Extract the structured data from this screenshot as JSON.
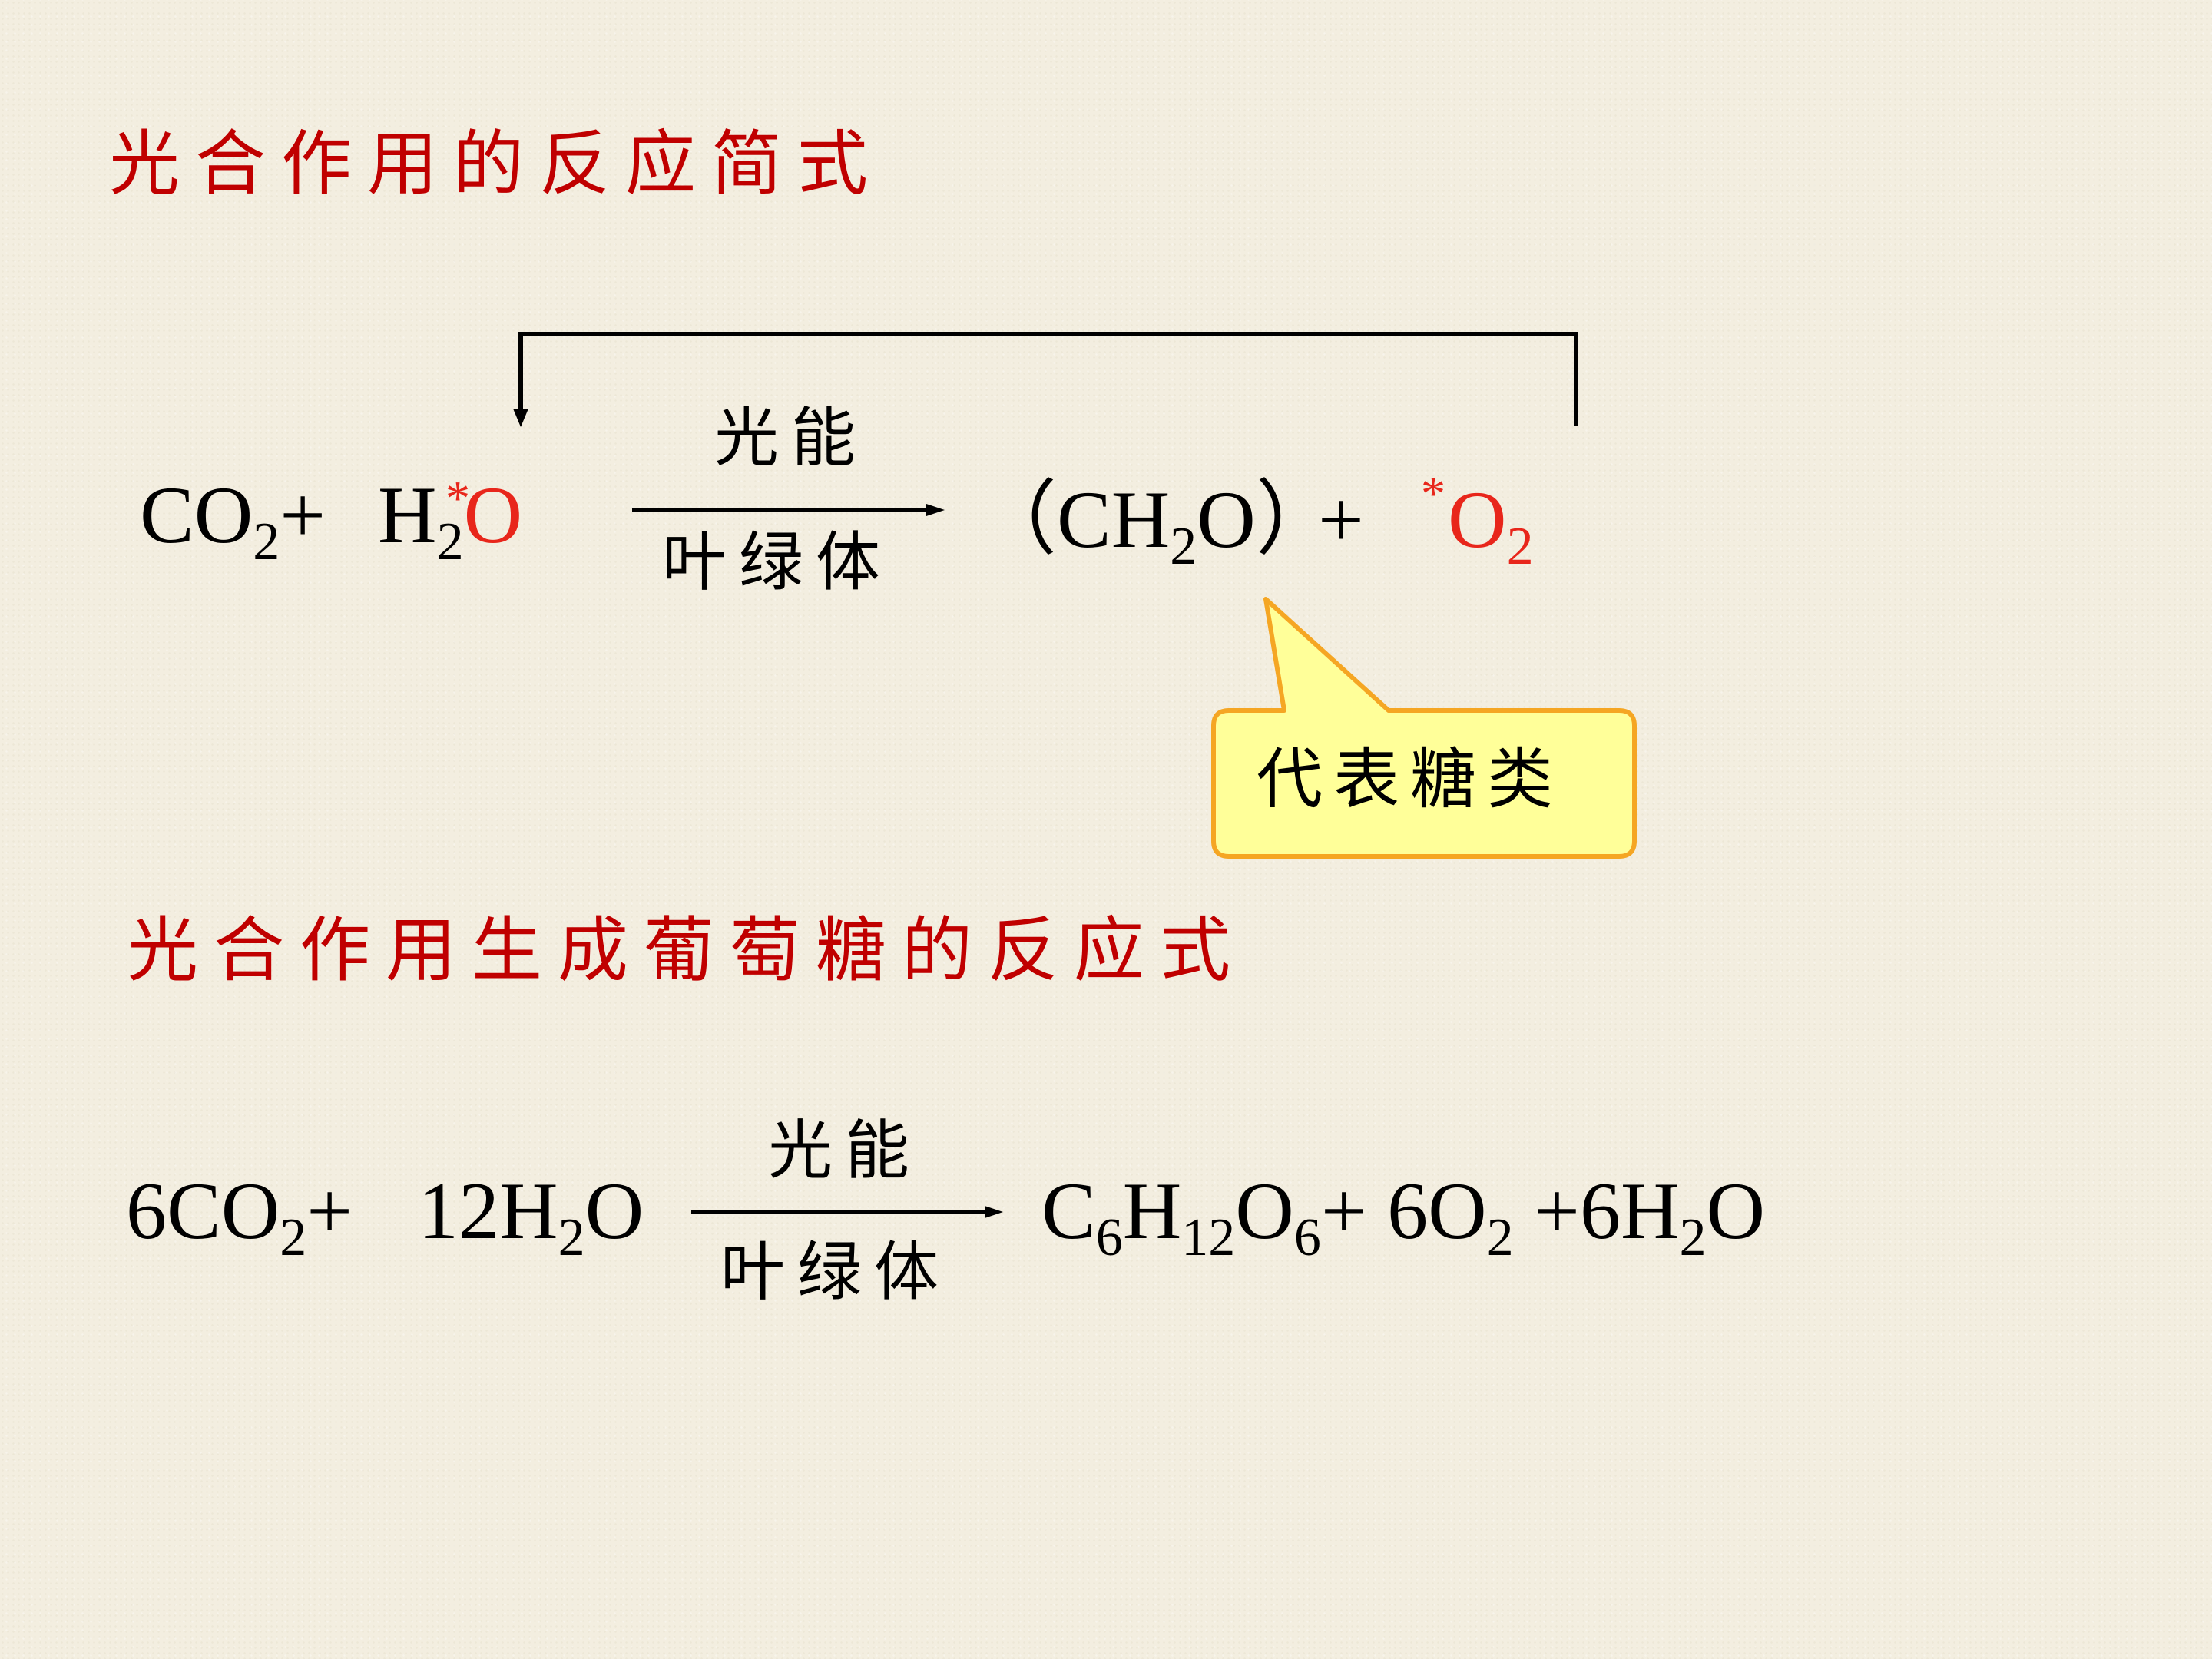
{
  "slide": {
    "heading_simple": "光合作用的反应简式",
    "heading_glucose": "光合作用生成葡萄糖的反应式",
    "eq1": {
      "co2": "CO",
      "sub_2": "2",
      "plus": "+",
      "h": "H",
      "star": "*",
      "o": "O",
      "condition_top": "光能",
      "condition_bottom": "叶绿体",
      "product_open": "（CH",
      "product_close": "O）",
      "product_plus": "+",
      "o2": "O"
    },
    "callout": {
      "text": "代表糖类"
    },
    "eq2": {
      "reactant_co2": "6CO",
      "sub_2": "2",
      "plus": "+",
      "reactant_h2o_pre": "12H",
      "o": "O",
      "condition_top": "光能",
      "condition_bottom": "叶绿体",
      "c": "C",
      "sub_6": "6",
      "h": "H",
      "sub_12": "12",
      "o2_pre": "+ 6O",
      "h2o_pre": "+6H"
    }
  }
}
